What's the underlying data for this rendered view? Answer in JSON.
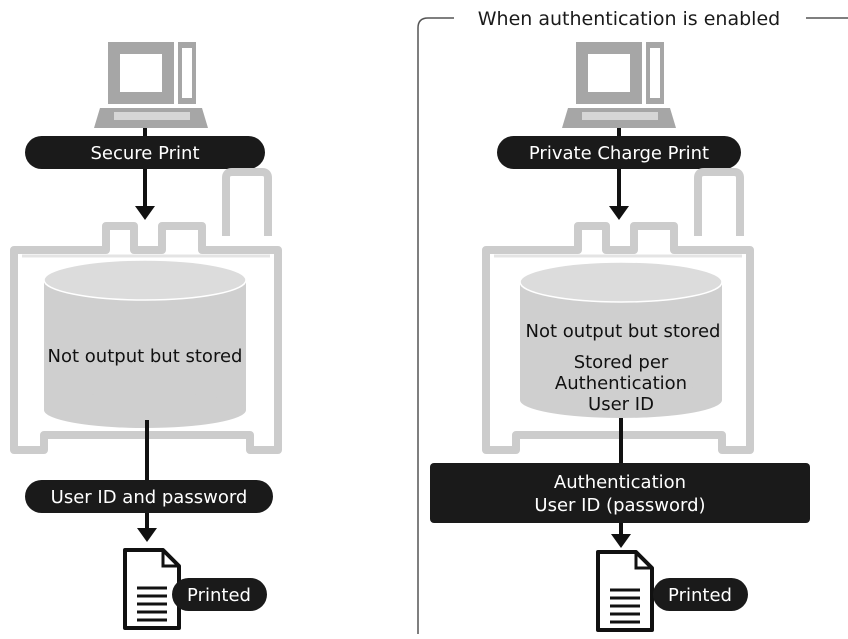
{
  "left_panel": {
    "print_label": "Secure Print",
    "storage_label": "Not output but stored",
    "release_label": "User ID and password",
    "output_label": "Printed"
  },
  "right_panel": {
    "heading": "When authentication is enabled",
    "print_label": "Private Charge Print",
    "storage_label": "Not output but stored",
    "storage_detail": [
      "Stored per",
      "Authentication",
      "User ID"
    ],
    "release_label": [
      "Authentication",
      "User ID (password)"
    ],
    "output_label": "Printed"
  },
  "icons": [
    "computer-icon",
    "printer-icon",
    "storage-drum-icon",
    "printed-document-icon",
    "down-arrow-icon"
  ],
  "colors": {
    "label_fill": "#1a1a1a",
    "device_outline": "#cccccc",
    "drum": "#cfcfcf",
    "drum_top": "#dcdcdc"
  }
}
